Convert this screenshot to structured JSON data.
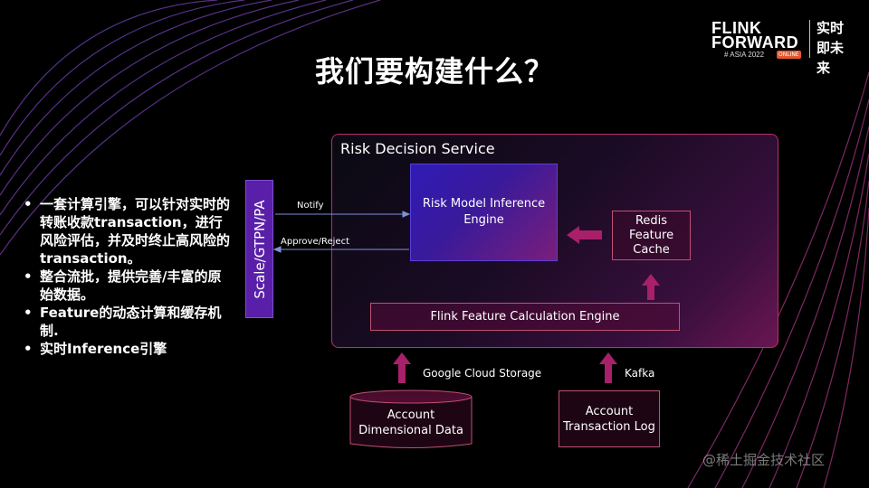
{
  "title": "我们要构建什么？",
  "logo": {
    "line1": "FLINK",
    "line2": "FORWARD",
    "sub": "# ASIA 2022",
    "badge": "ONLINE",
    "cn": "实时即未来"
  },
  "bullets": [
    "一套计算引擎，可以针对实时的转账收款transaction，进行风险评估，并及时终止高风险的transaction。",
    "整合流批，提供完善/丰富的原始数据。",
    "Feature的动态计算和缓存机制.",
    "实时Inference引擎"
  ],
  "diagram": {
    "gateway": "Scale/GTPN/PA",
    "service_label": "Risk Decision Service",
    "engine": "Risk Model Inference Engine",
    "cache": "Redis Feature Cache",
    "flink": "Flink Feature Calculation Engine",
    "storage": "Account Dimensional Data",
    "log": "Account Transaction Log",
    "notify": "Notify",
    "approve": "Approve/Reject",
    "gcs": "Google Cloud Storage",
    "kafka": "Kafka"
  },
  "watermark": "@稀土掘金技术社区",
  "colors": {
    "accent_magenta": "#c8286e",
    "accent_purple": "#5a1fa8",
    "engine_blue": "#2f1bb5"
  }
}
